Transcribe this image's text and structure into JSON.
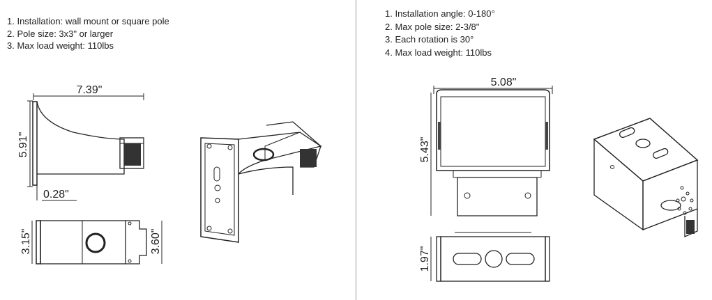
{
  "left_panel": {
    "specs": [
      "1. Installation: wall mount or square pole",
      "2. Pole size: 3x3\" or larger",
      "3. Max load weight: 110lbs"
    ],
    "dimensions": {
      "width": "7.39\"",
      "height": "5.91\"",
      "offset": "0.28\"",
      "bottom_height": "3.15\"",
      "bottom_depth": "3.60\""
    }
  },
  "right_panel": {
    "specs": [
      "1. Installation angle: 0-180°",
      "2. Max pole size: 2-3/8\"",
      "3. Each rotation is 30°",
      "4. Max load weight: 110lbs"
    ],
    "dimensions": {
      "width": "5.08\"",
      "height": "5.43\"",
      "bottom_height": "1.97\""
    }
  }
}
